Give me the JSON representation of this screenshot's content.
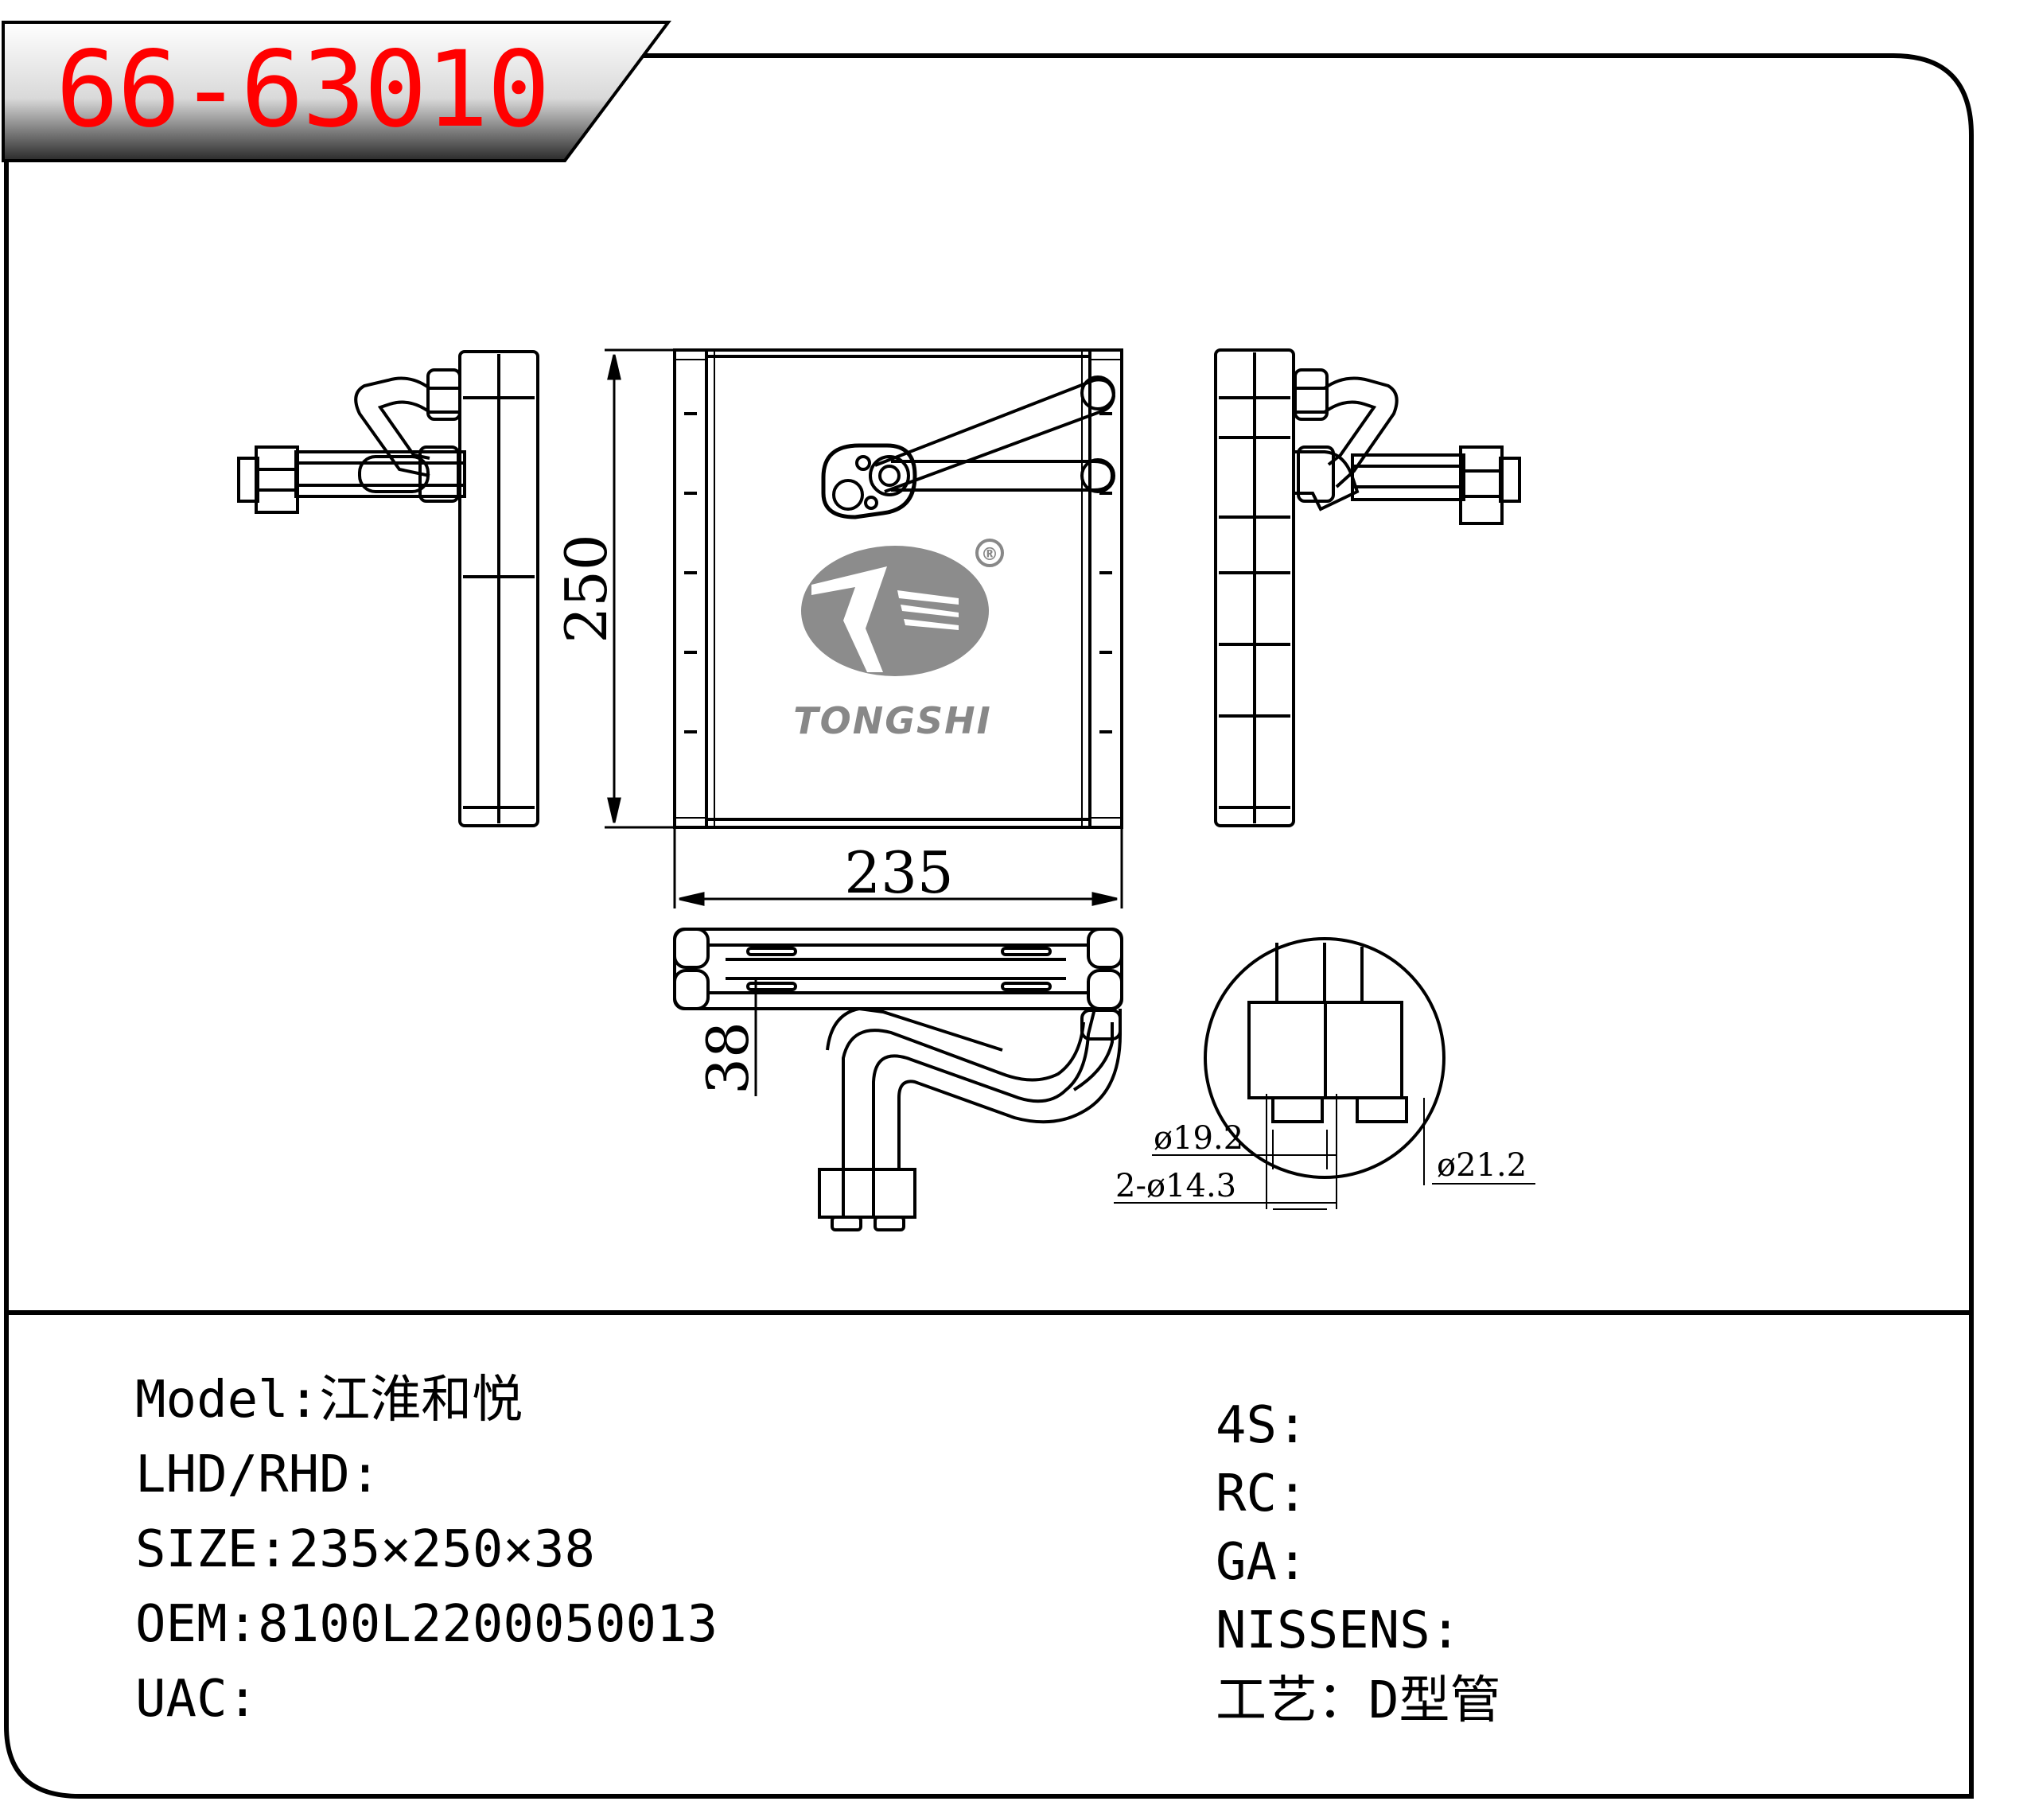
{
  "part_code": "66-63010",
  "drawing": {
    "dim_height": "250",
    "dim_width": "235",
    "dim_depth": "38",
    "dim_dia_a": "ø19.2",
    "dim_dia_b": "ø21.2",
    "dim_dia_c": "2-ø14.3",
    "logo_text": "TONGSHI",
    "registered_mark": "®"
  },
  "specs_left": [
    {
      "label": "Model:",
      "value": "江淮和悦"
    },
    {
      "label": "LHD/RHD:",
      "value": ""
    },
    {
      "label": "SIZE:",
      "value": "235×250×38"
    },
    {
      "label": "OEM:",
      "value": "8100L2200050013"
    },
    {
      "label": "UAC:",
      "value": ""
    }
  ],
  "specs_right": [
    {
      "label": "4S:",
      "value": ""
    },
    {
      "label": "RC:",
      "value": ""
    },
    {
      "label": "GA:",
      "value": ""
    },
    {
      "label": "NISSENS:",
      "value": ""
    },
    {
      "label": "工艺：",
      "value": "D型管"
    }
  ]
}
